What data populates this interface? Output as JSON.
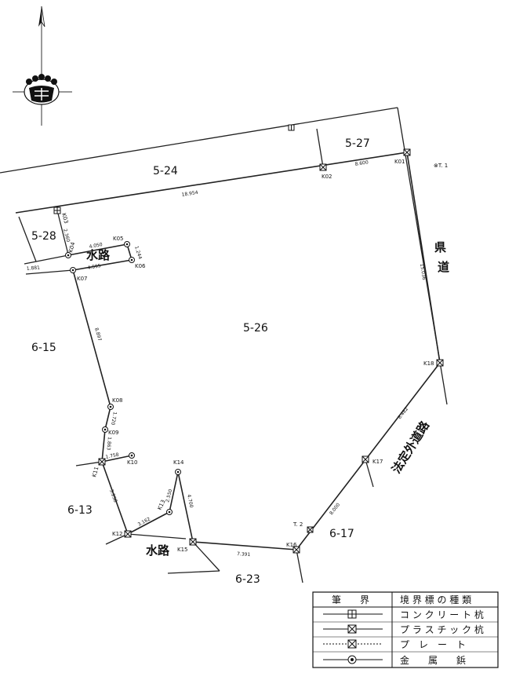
{
  "parcels": {
    "p5_24": "5-24",
    "p5_27": "5-27",
    "p5_28": "5-28",
    "p5_26": "5-26",
    "p6_15": "6-15",
    "p6_13": "6-13",
    "p6_17": "6-17",
    "p6_23": "6-23"
  },
  "areas": {
    "suiro_top": "水路",
    "suiro_bottom": "水路",
    "kendo_1": "県",
    "kendo_2": "道",
    "hoteigai": "法定外道路"
  },
  "points": {
    "K01": "K01",
    "K02": "K02",
    "K03": "K03",
    "K04": "K04",
    "K05": "K05",
    "K06": "K06",
    "K07": "K07",
    "K08": "K08",
    "K09": "K09",
    "K10": "K10",
    "K11": "K11",
    "K12": "K12",
    "K13": "K13",
    "K14": "K14",
    "K15": "K15",
    "K16": "K16",
    "K17": "K17",
    "K18": "K18",
    "T1": "⊗T. 1",
    "T2": "T. 2"
  },
  "distances": {
    "d_k01_k02": "8.600",
    "d_k02_k03": "18.954",
    "d_k03_k04": "2.360",
    "d_k04_k05": "4.050",
    "d_k05_k06": "1.244",
    "d_k06_k07": "4.595",
    "d_k04_left": "1.881",
    "d_k07_k08": "8.897",
    "d_k08_k09": "1.720",
    "d_k09_k10": "1.863",
    "d_k10_k11": "1.758",
    "d_k11_k12": "3.258",
    "d_k12_k13": "3.162",
    "d_k13_k14": "2.550",
    "d_k14_k15": "4.700",
    "d_k15_k16": "7.391",
    "d_k16_k17": "8.000",
    "d_k17_k18": "8.482",
    "d_k18_k01": "15.036"
  },
  "legend": {
    "col1": "筆　　界",
    "col2": "境 界 標 の 種 類",
    "rows": [
      {
        "icon": "concrete-pile",
        "label": "コ ン ク リ ー ト 杭"
      },
      {
        "icon": "plastic-pile",
        "label": "プ ラ ス チ ッ ク 杭"
      },
      {
        "icon": "plate",
        "label": "プ　レ　ー　ト"
      },
      {
        "icon": "metal-rivet",
        "label": "金　　属　　鋲"
      }
    ]
  }
}
